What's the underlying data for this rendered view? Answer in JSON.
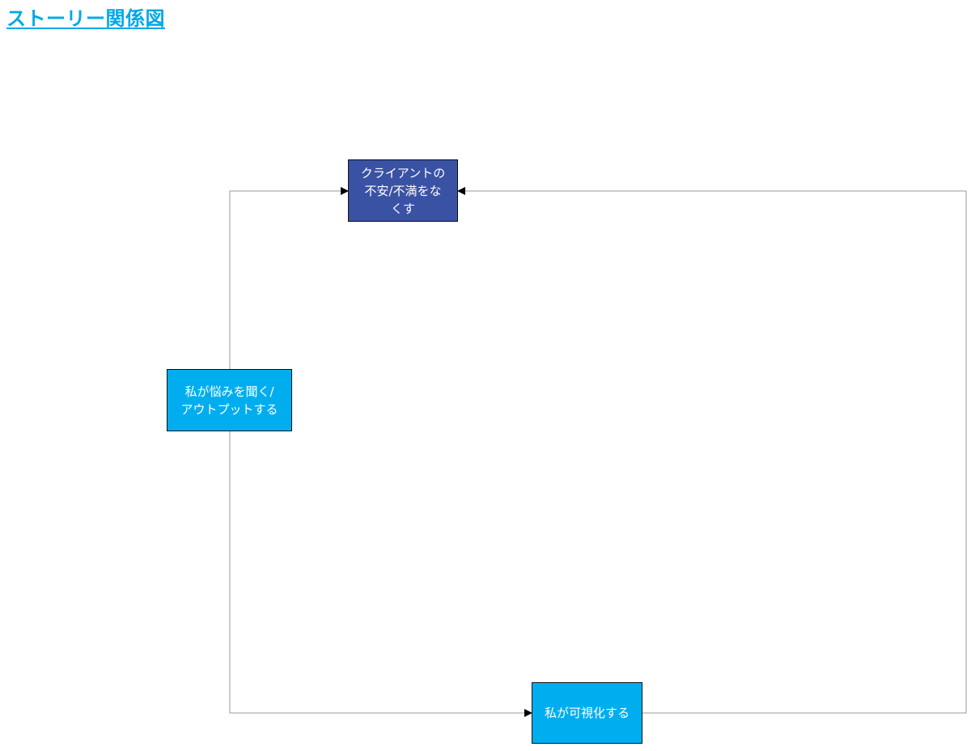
{
  "title": "ストーリー関係図",
  "colors": {
    "title": "#00a8e8",
    "goal_fill": "#3a52a4",
    "action_fill": "#00aeef",
    "node_border": "#111111",
    "connector": "#9a9a9a",
    "arrowhead": "#000000"
  },
  "nodes": {
    "goal": {
      "label": "クライアントの\n不安/不満をな\nくす"
    },
    "listen": {
      "label": "私が悩みを聞く/\nアウトプットする"
    },
    "visualize": {
      "label": "私が可視化する"
    }
  },
  "edges": [
    {
      "from": "listen",
      "to": "goal"
    },
    {
      "from": "listen",
      "to": "visualize"
    },
    {
      "from": "visualize",
      "to": "goal"
    }
  ]
}
